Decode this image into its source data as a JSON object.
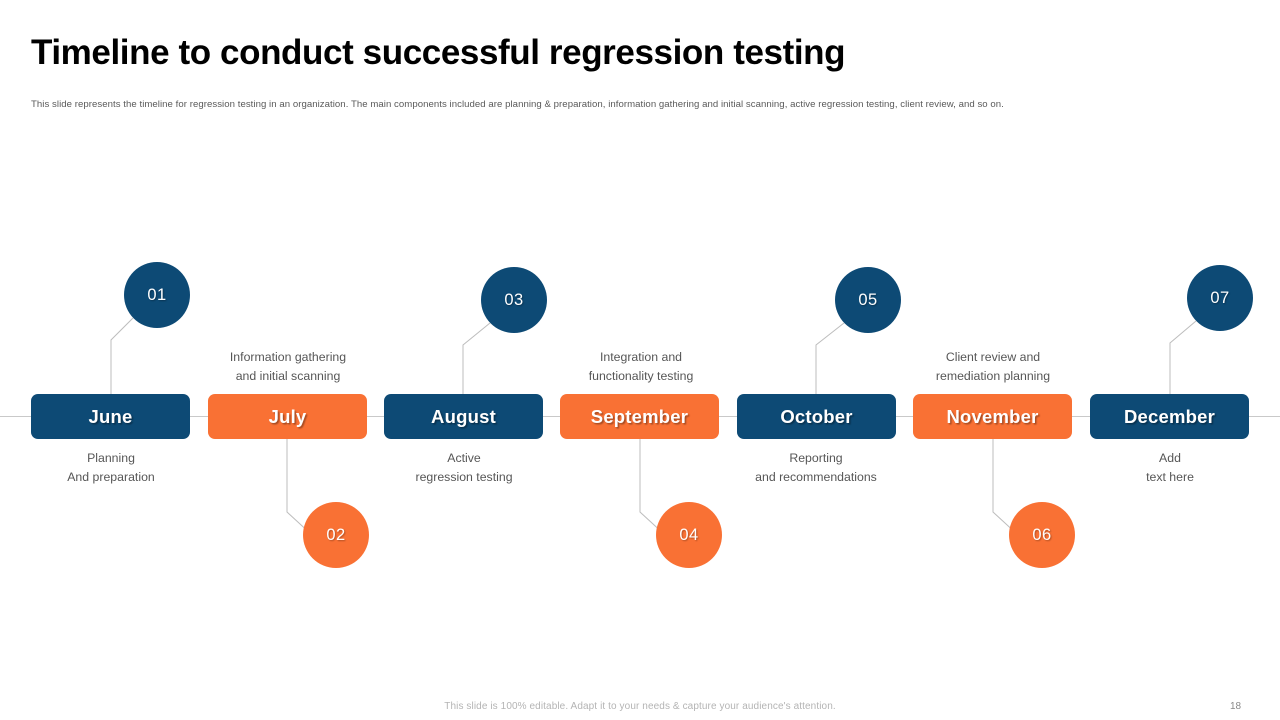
{
  "slide": {
    "title": "Timeline to conduct successful regression testing",
    "subtitle": "This slide represents the timeline for regression testing in an organization. The main components included are planning & preparation, information gathering and initial scanning, active regression testing, client review, and so on.",
    "footer_note": "This slide is 100% editable. Adapt it to your needs & capture your audience's attention.",
    "page_number": "18"
  },
  "colors": {
    "blue": "#0d4a75",
    "orange": "#f97134",
    "baseline": "#c9c9c9",
    "title": "#000000",
    "body_text": "#565656"
  },
  "timeline": {
    "milestones": [
      {
        "number": "01",
        "month": "June",
        "color": "blue",
        "circle_position": "above",
        "desc_position": "below",
        "desc_line1": "Planning",
        "desc_line2": "And preparation"
      },
      {
        "number": "02",
        "month": "July",
        "color": "orange",
        "circle_position": "below",
        "desc_position": "above",
        "desc_line1": "Information gathering",
        "desc_line2": "and initial scanning"
      },
      {
        "number": "03",
        "month": "August",
        "color": "blue",
        "circle_position": "above",
        "desc_position": "below",
        "desc_line1": "Active",
        "desc_line2": "regression testing"
      },
      {
        "number": "04",
        "month": "September",
        "color": "orange",
        "circle_position": "below",
        "desc_position": "above",
        "desc_line1": "Integration and",
        "desc_line2": "functionality testing"
      },
      {
        "number": "05",
        "month": "October",
        "color": "blue",
        "circle_position": "above",
        "desc_position": "below",
        "desc_line1": "Reporting",
        "desc_line2": "and recommendations"
      },
      {
        "number": "06",
        "month": "November",
        "color": "orange",
        "circle_position": "below",
        "desc_position": "above",
        "desc_line1": "Client review and",
        "desc_line2": "remediation planning"
      },
      {
        "number": "07",
        "month": "December",
        "color": "blue",
        "circle_position": "above",
        "desc_position": "below",
        "desc_line1": "Add",
        "desc_line2": "text here"
      }
    ]
  }
}
